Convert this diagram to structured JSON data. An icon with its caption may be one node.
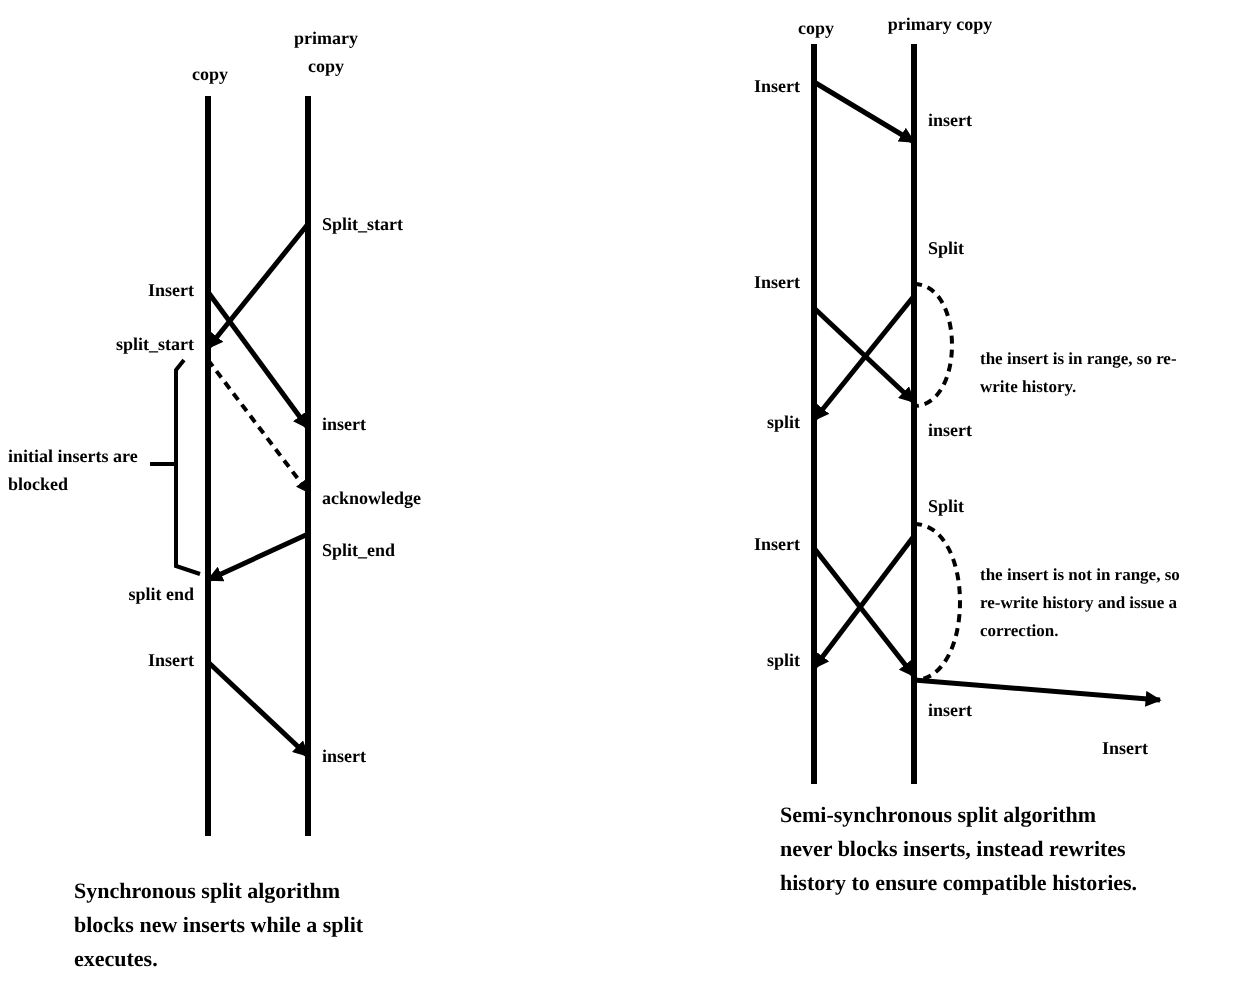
{
  "diagram": {
    "nodes": [
      {
        "text": [
          "Split_start"
        ]
      },
      {
        "text": [
          "Insert"
        ]
      },
      {
        "text": [
          "split_start"
        ]
      },
      {
        "text": [
          "insert"
        ]
      },
      {
        "text": [
          "acknowledge"
        ]
      },
      {
        "text": [
          "Split_end"
        ]
      },
      {
        "text": [
          "split end"
        ]
      },
      {
        "text": [
          "Insert"
        ]
      },
      {
        "text": [
          "insert"
        ]
      },
      {
        "text": [
          "Insert"
        ]
      },
      {
        "text": [
          "insert"
        ]
      },
      {
        "text": [
          "Split"
        ]
      },
      {
        "text": [
          "Insert"
        ]
      },
      {
        "text": [
          "split"
        ]
      },
      {
        "text": [
          "insert"
        ]
      },
      {
        "text": [
          "Split"
        ]
      },
      {
        "text": [
          "Insert"
        ]
      },
      {
        "text": [
          "split"
        ]
      },
      {
        "text": [
          "insert"
        ]
      },
      {
        "text": [
          "Insert"
        ]
      }
    ],
    "edges": [
      {
        "from": 0,
        "to": 2,
        "arrow": "to"
      },
      {
        "from": 1,
        "to": 3,
        "arrow": "to"
      },
      {
        "from": 2,
        "to": 4,
        "arrow": "to",
        "style": "dashed"
      },
      {
        "from": 5,
        "to": 6,
        "arrow": "to"
      },
      {
        "from": 7,
        "to": 8,
        "arrow": "to"
      },
      {
        "from": 9,
        "to": 10,
        "arrow": "to"
      },
      {
        "from": 11,
        "to": 13,
        "arrow": "to"
      },
      {
        "from": 12,
        "to": 14,
        "arrow": "to"
      },
      {
        "from": 11,
        "to": 14,
        "arrow": "none",
        "style": "dashed"
      },
      {
        "from": 15,
        "to": 17,
        "arrow": "to"
      },
      {
        "from": 16,
        "to": 18,
        "arrow": "to"
      },
      {
        "from": 15,
        "to": 18,
        "arrow": "none",
        "style": "dashed"
      },
      {
        "from": 18,
        "to": 19,
        "arrow": "to"
      }
    ],
    "labels": [
      "copy",
      "primary copy",
      "initial inserts are blocked",
      "Synchronous split algorithm blocks new inserts while a split executes.",
      "copy",
      "primary copy",
      "the insert is in range, so re-write history.",
      "the insert is not in range, so re-write history and issue a correction.",
      "Semi-synchronous split algorithm never blocks inserts, instead rewrites history to ensure compatible histories."
    ]
  }
}
